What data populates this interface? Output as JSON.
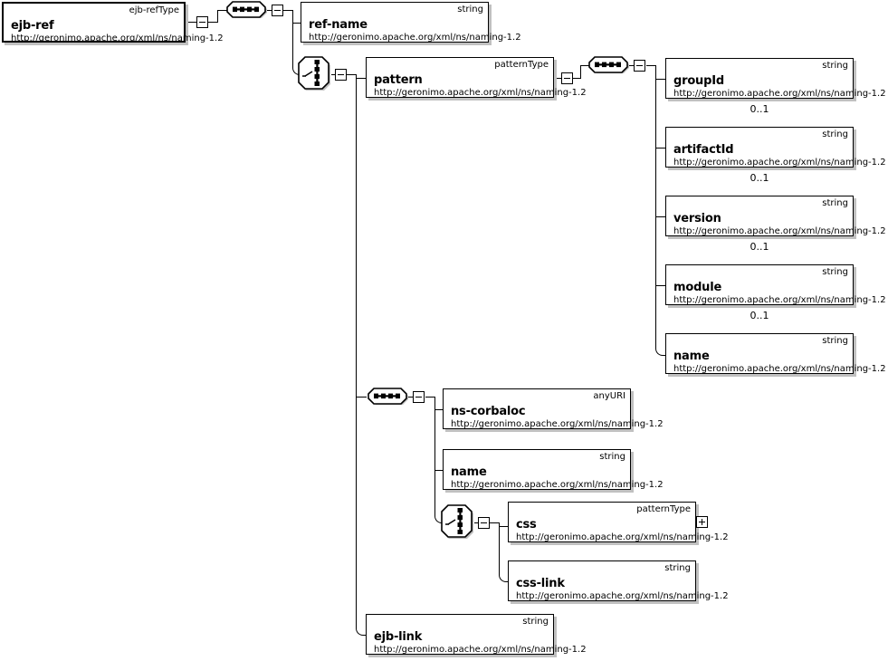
{
  "diagram": {
    "title": "ejb-ref element XML Schema diagram",
    "namespace": "http://geronimo.apache.org/xml/ns/naming-1.2",
    "colors": {
      "line": "#000000",
      "box_border": "#000000",
      "box_fill": "#ffffff",
      "shadow": "#c0c0c0",
      "background": "#ffffff"
    }
  },
  "root": {
    "name": "ejb-ref",
    "type": "ejb-refType",
    "namespace": "http://geronimo.apache.org/xml/ns/naming-1.2"
  },
  "compositors": [
    {
      "id": "seq-root",
      "kind": "sequence-icon",
      "label": "sequence"
    },
    {
      "id": "choice-pattern",
      "kind": "choice-icon",
      "label": "choice"
    },
    {
      "id": "seq-pattern",
      "kind": "sequence-icon",
      "label": "sequence"
    },
    {
      "id": "seq-corbaloc",
      "kind": "sequence-icon",
      "label": "sequence"
    },
    {
      "id": "choice-css",
      "kind": "choice-icon",
      "label": "choice"
    }
  ],
  "toggles": [
    {
      "id": "toggle-root",
      "state": "minus"
    },
    {
      "id": "toggle-seq-root",
      "state": "minus"
    },
    {
      "id": "toggle-choice-pattern",
      "state": "minus"
    },
    {
      "id": "toggle-pattern",
      "state": "minus"
    },
    {
      "id": "toggle-seq-pattern",
      "state": "minus"
    },
    {
      "id": "toggle-seq-corbaloc",
      "state": "minus"
    },
    {
      "id": "toggle-choice-css",
      "state": "minus"
    },
    {
      "id": "toggle-css",
      "state": "plus"
    }
  ],
  "nodes": [
    {
      "id": "ref-name",
      "name": "ref-name",
      "type": "string",
      "namespace": "http://geronimo.apache.org/xml/ns/naming-1.2",
      "cardinality": ""
    },
    {
      "id": "pattern",
      "name": "pattern",
      "type": "patternType",
      "namespace": "http://geronimo.apache.org/xml/ns/naming-1.2",
      "cardinality": ""
    },
    {
      "id": "groupId",
      "name": "groupId",
      "type": "string",
      "namespace": "http://geronimo.apache.org/xml/ns/naming-1.2",
      "cardinality": "0..1"
    },
    {
      "id": "artifactId",
      "name": "artifactId",
      "type": "string",
      "namespace": "http://geronimo.apache.org/xml/ns/naming-1.2",
      "cardinality": "0..1"
    },
    {
      "id": "version",
      "name": "version",
      "type": "string",
      "namespace": "http://geronimo.apache.org/xml/ns/naming-1.2",
      "cardinality": "0..1"
    },
    {
      "id": "module",
      "name": "module",
      "type": "string",
      "namespace": "http://geronimo.apache.org/xml/ns/naming-1.2",
      "cardinality": "0..1"
    },
    {
      "id": "name-pattern",
      "name": "name",
      "type": "string",
      "namespace": "http://geronimo.apache.org/xml/ns/naming-1.2",
      "cardinality": ""
    },
    {
      "id": "ns-corbaloc",
      "name": "ns-corbaloc",
      "type": "anyURI",
      "namespace": "http://geronimo.apache.org/xml/ns/naming-1.2",
      "cardinality": ""
    },
    {
      "id": "name-corbaloc",
      "name": "name",
      "type": "string",
      "namespace": "http://geronimo.apache.org/xml/ns/naming-1.2",
      "cardinality": ""
    },
    {
      "id": "css",
      "name": "css",
      "type": "patternType",
      "namespace": "http://geronimo.apache.org/xml/ns/naming-1.2",
      "cardinality": ""
    },
    {
      "id": "css-link",
      "name": "css-link",
      "type": "string",
      "namespace": "http://geronimo.apache.org/xml/ns/naming-1.2",
      "cardinality": ""
    },
    {
      "id": "ejb-link",
      "name": "ejb-link",
      "type": "string",
      "namespace": "http://geronimo.apache.org/xml/ns/naming-1.2",
      "cardinality": ""
    }
  ]
}
